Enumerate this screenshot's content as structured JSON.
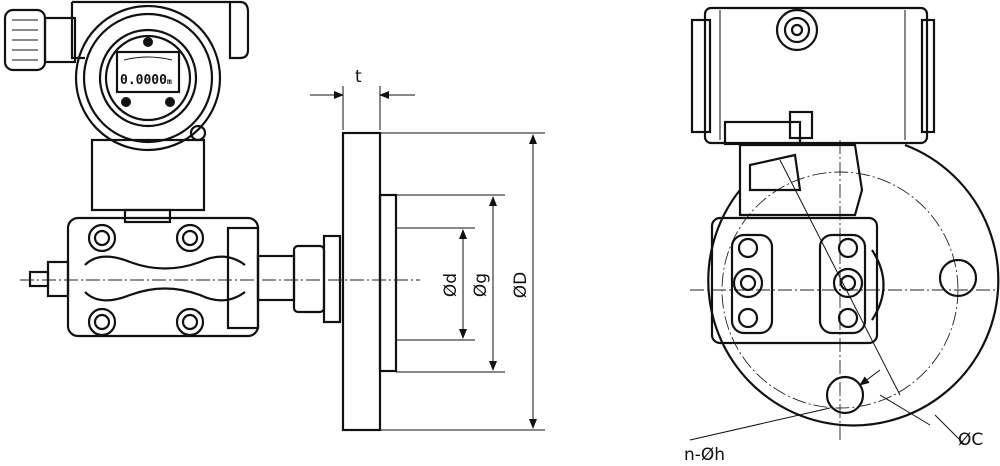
{
  "display": {
    "reading": "0.0000",
    "unit": "m"
  },
  "dimensions": {
    "thickness": "t",
    "inner_diameter": "Ød",
    "raised_face_diameter": "Øg",
    "outer_diameter": "ØD",
    "bolt_holes": "n-Øh",
    "bolt_circle": "ØC"
  }
}
